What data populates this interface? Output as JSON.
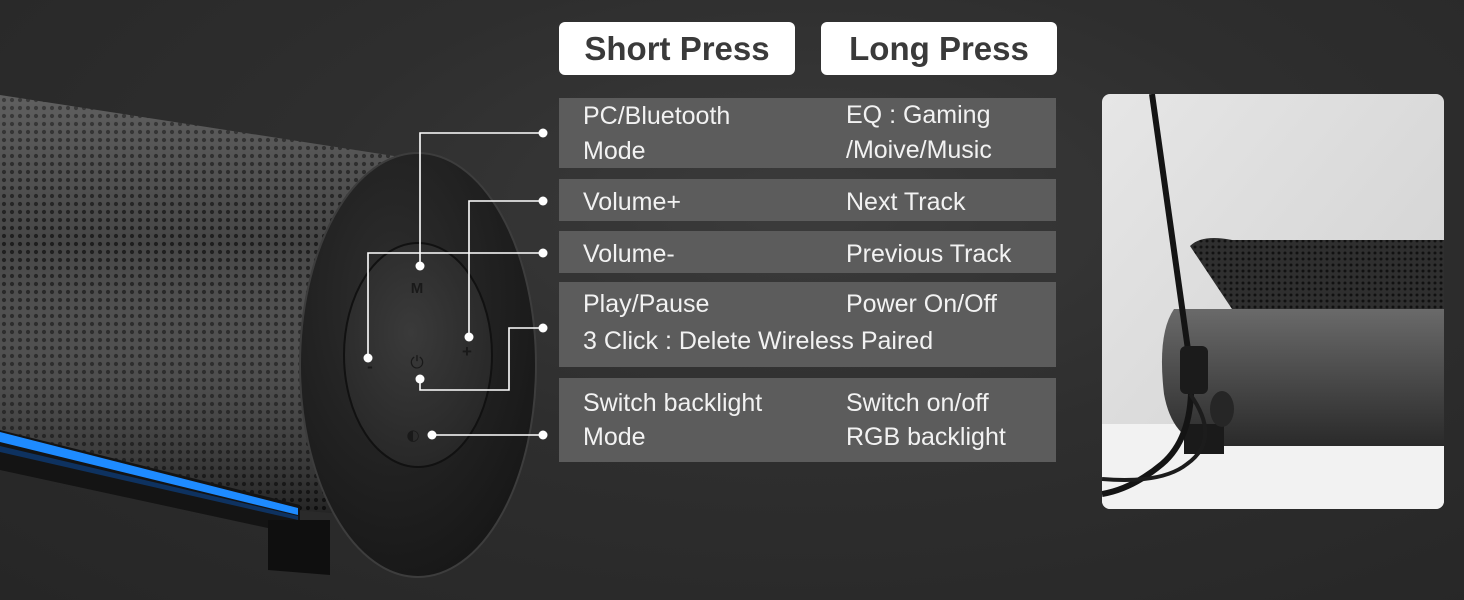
{
  "headers": {
    "short_press": "Short Press",
    "long_press": "Long Press"
  },
  "rows": [
    {
      "short": [
        "PC/Bluetooth",
        "Mode"
      ],
      "long": [
        "EQ : Gaming",
        "/Moive/Music"
      ]
    },
    {
      "short": [
        "Volume+"
      ],
      "long": [
        "Next Track"
      ]
    },
    {
      "short": [
        "Volume-"
      ],
      "long": [
        "Previous Track"
      ]
    },
    {
      "short": [
        "Play/Pause"
      ],
      "long": [
        "Power On/Off"
      ],
      "extra": "3 Click : Delete Wireless Paired"
    },
    {
      "short": [
        "Switch backlight",
        "Mode"
      ],
      "long": [
        "Switch on/off",
        "RGB backlight"
      ]
    }
  ],
  "button_glyphs": {
    "mode": "M",
    "plus": "+",
    "minus": "-",
    "power": "⏻",
    "light": "◐"
  },
  "colors": {
    "background": "#2e2e2e",
    "row_fill": "#5c5c5c",
    "accent_light": "#1e8bff",
    "connector": "#ffffff"
  }
}
